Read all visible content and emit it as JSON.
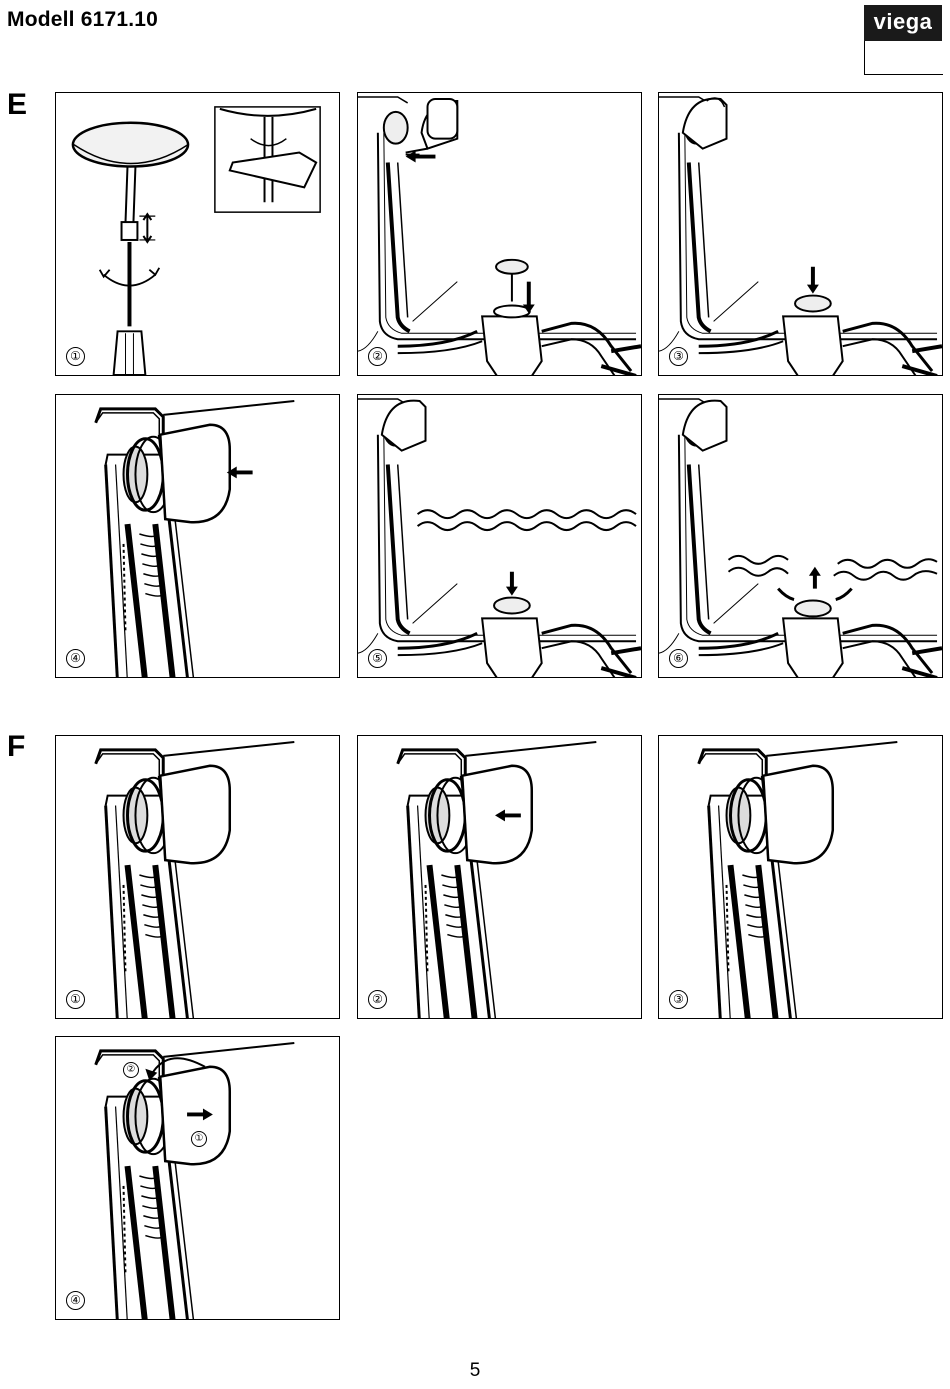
{
  "header": {
    "title": "Modell 6171.10",
    "brand": "viega"
  },
  "sections": [
    {
      "label": "E",
      "steps": [
        "①",
        "②",
        "③",
        "④",
        "⑤",
        "⑥"
      ]
    },
    {
      "label": "F",
      "steps": [
        "①",
        "②",
        "③",
        "④"
      ]
    }
  ],
  "callouts": {
    "f4_first": "①",
    "f4_second": "②"
  },
  "footer": {
    "page_number": "5"
  }
}
